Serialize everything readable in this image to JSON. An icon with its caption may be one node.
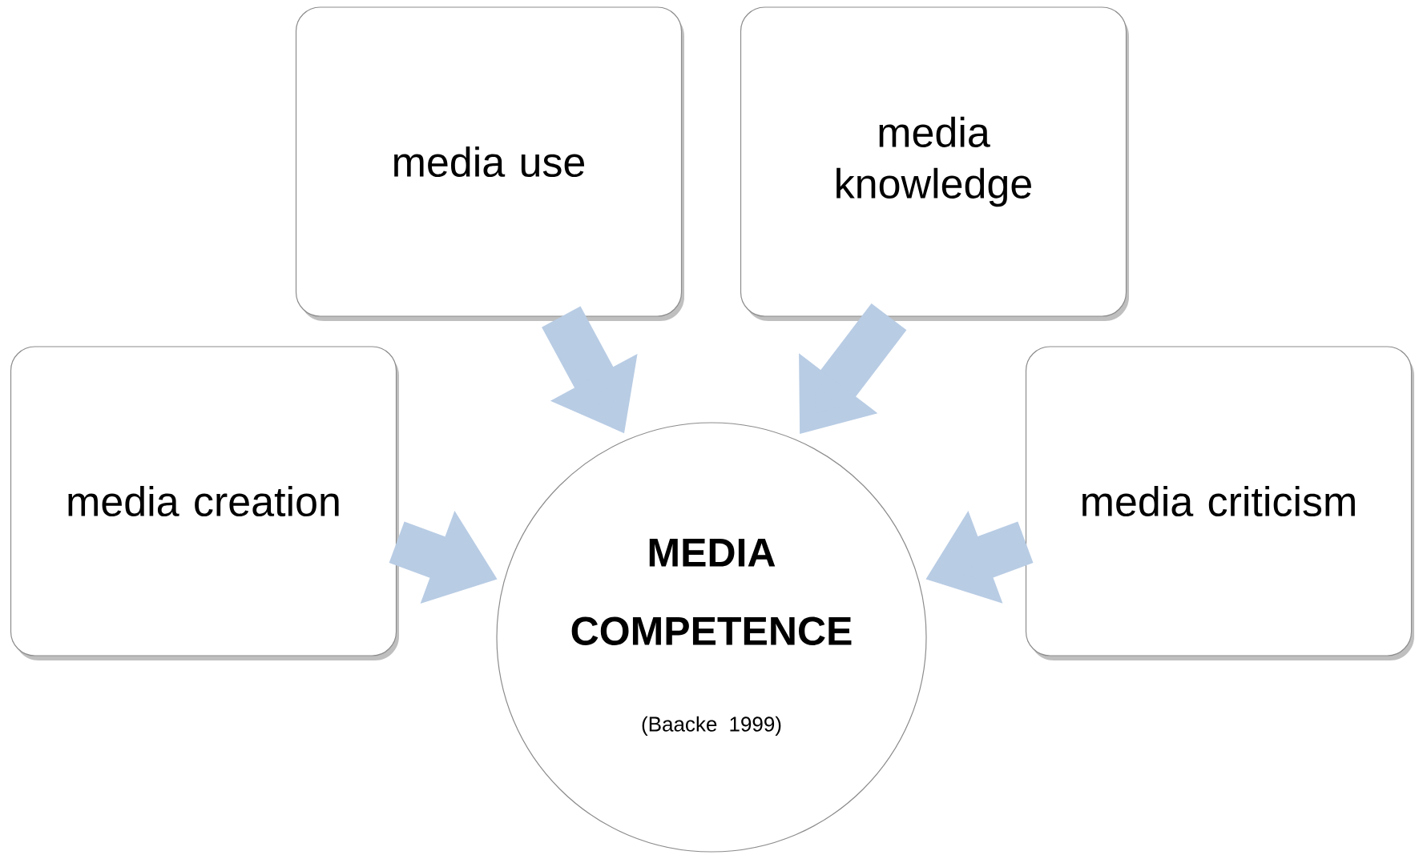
{
  "diagram": {
    "nodes": [
      {
        "text": [
          "media use"
        ]
      },
      {
        "text": [
          "media knowledge"
        ]
      },
      {
        "text": [
          "media creation"
        ]
      },
      {
        "text": [
          "media criticism"
        ]
      },
      {
        "text": [
          "MEDIA COMPETENCE",
          "(Baacke 1999)"
        ]
      }
    ],
    "edges": [
      {
        "from": 0,
        "to": 4,
        "arrow": "to"
      },
      {
        "from": 1,
        "to": 4,
        "arrow": "to"
      },
      {
        "from": 2,
        "to": 4,
        "arrow": "to"
      },
      {
        "from": 3,
        "to": 4,
        "arrow": "to"
      }
    ]
  }
}
